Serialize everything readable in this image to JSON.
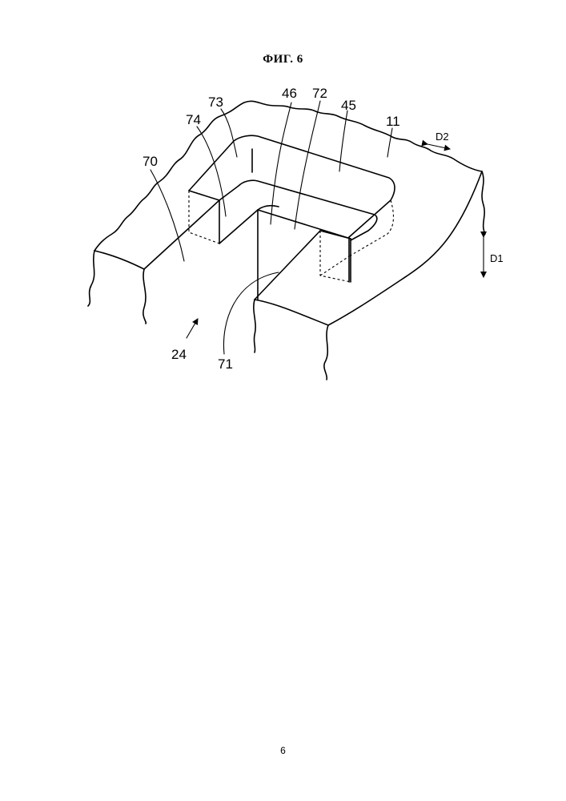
{
  "figure": {
    "title": "ФИГ. 6",
    "labels": {
      "l73": "73",
      "l46": "46",
      "l72": "72",
      "l45": "45",
      "l74": "74",
      "l11": "11",
      "l70": "70",
      "l24": "24",
      "l71": "71",
      "d1": "D1",
      "d2": "D2"
    }
  },
  "page": {
    "number": "6"
  }
}
